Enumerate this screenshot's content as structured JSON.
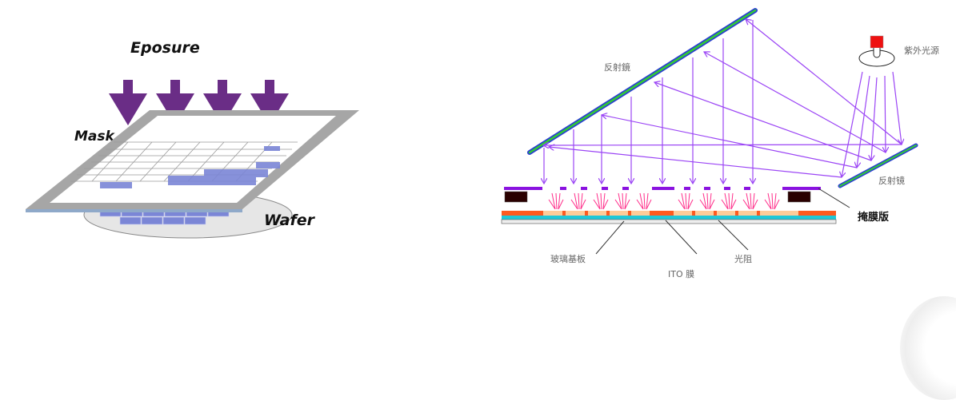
{
  "left_diagram": {
    "title": "Eposure",
    "mask_label": "Mask",
    "wafer_label": "Wafer",
    "arrow_count": 4,
    "colors": {
      "arrow": "#6a2d86",
      "mask_frame": "#a6a6a6",
      "wafer_die": "#7b86d6",
      "wafer_disk": "#e6e6e6"
    }
  },
  "right_diagram": {
    "top_mirror_label": "反射鏡",
    "uv_source_label": "紫外光源",
    "small_mirror_label": "反射镜",
    "mask_label": "掩膜版",
    "glass_substrate_label": "玻璃基板",
    "ito_label": "ITO 膜",
    "photoresist_label": "光阻",
    "colors": {
      "rays": "#9b45f5",
      "mirror_edge": "#2a3fd0",
      "mirror_core": "#33cc33",
      "mask": "#8a12e0",
      "mask_holder": "#2a0000",
      "exposure": "#ff2d8a",
      "photoresist": "#ff5a1f",
      "photoresist_exposed": "#ffcc99",
      "ito": "#1ec8d8",
      "glass": "#eeeeee",
      "uv_lamp": "#ee1111"
    }
  }
}
